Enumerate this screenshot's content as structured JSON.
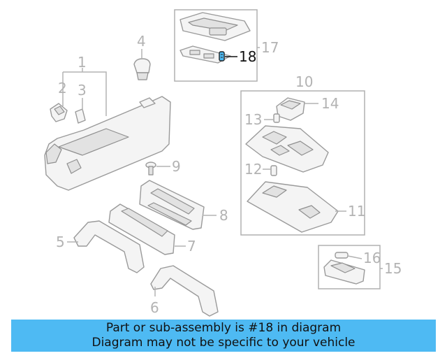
{
  "callouts": {
    "n1": "1",
    "n2": "2",
    "n3": "3",
    "n4": "4",
    "n5": "5",
    "n6": "6",
    "n7": "7",
    "n8": "8",
    "n9": "9",
    "n10": "10",
    "n11": "11",
    "n12": "12",
    "n13": "13",
    "n14": "14",
    "n15": "15",
    "n16": "16",
    "n17": "17",
    "n18": "18"
  },
  "highlight": {
    "part": "18",
    "color": "#4ebaf3"
  },
  "banner": {
    "line1": "Part or sub-assembly is #18 in diagram",
    "line2": "Diagram may not be specific to your vehicle",
    "color": "#4ebaf3"
  }
}
